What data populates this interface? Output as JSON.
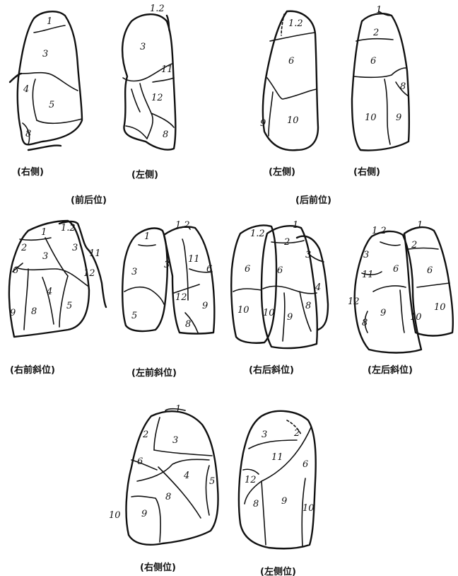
{
  "captions": {
    "ap_right": "(右侧)",
    "ap_left": "(左侧)",
    "ap_title": "(前后位)",
    "pa_left": "(左侧)",
    "pa_right": "(右侧)",
    "pa_title": "(后前位)",
    "rao": "(右前斜位)",
    "lao": "(左前斜位)",
    "rpo": "(右后斜位)",
    "lpo": "(左后斜位)",
    "rlat": "(右侧位)",
    "llat": "(左侧位)"
  },
  "segments": {
    "ap_right": [
      "1",
      "3",
      "4",
      "5",
      "8"
    ],
    "ap_left": [
      "1.2",
      "3",
      "11",
      "12",
      "8"
    ],
    "pa_left": [
      "1.2",
      "6",
      "9",
      "10"
    ],
    "pa_right": [
      "1",
      "2",
      "6",
      "8",
      "10",
      "9"
    ],
    "rao": [
      "1",
      "1.2",
      "2",
      "3",
      "3",
      "11",
      "12",
      "6",
      "4",
      "9",
      "8",
      "5"
    ],
    "lao": [
      "1",
      "1.2",
      "3",
      "3",
      "11",
      "6",
      "12",
      "5",
      "9",
      "8"
    ],
    "rpo": [
      "1.2",
      "1",
      "2",
      "3",
      "6",
      "6",
      "4",
      "10",
      "10",
      "8",
      "9"
    ],
    "lpo": [
      "1.2",
      "1",
      "3",
      "2",
      "11",
      "6",
      "6",
      "12",
      "9",
      "10",
      "10",
      "8"
    ],
    "rlat": [
      "1",
      "2",
      "3",
      "6",
      "4",
      "5",
      "8",
      "10",
      "9"
    ],
    "llat": [
      "3",
      "2",
      "11",
      "6",
      "12",
      "8",
      "9",
      "10"
    ]
  }
}
